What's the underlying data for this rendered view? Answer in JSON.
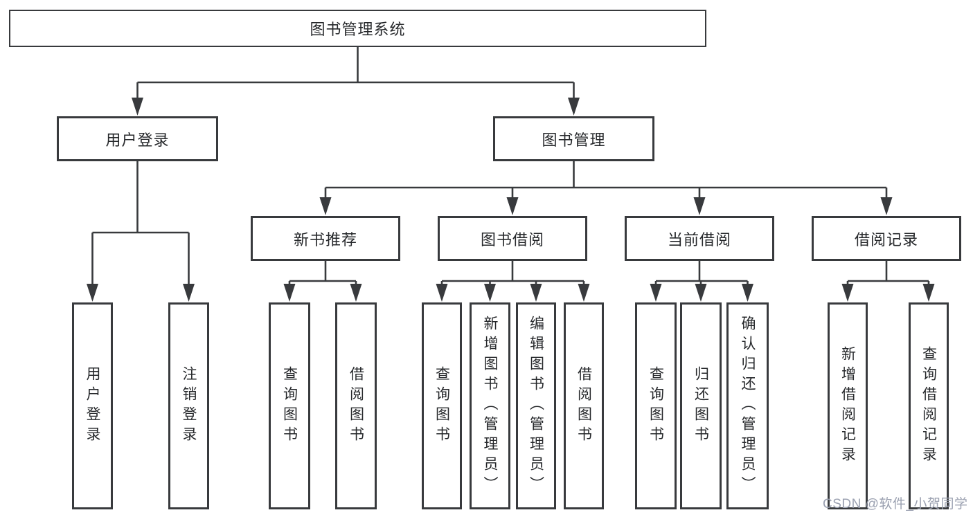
{
  "diagram": {
    "root_label": "图书管理系统",
    "level2": [
      "用户登录",
      "图书管理"
    ],
    "level3": [
      "新书推荐",
      "图书借阅",
      "当前借阅",
      "借阅记录"
    ],
    "leaves": {
      "user_login": [
        "用户登录",
        "注销登录"
      ],
      "new_book_recommend": [
        "查询图书",
        "借阅图书"
      ],
      "book_borrow": [
        "查询图书",
        "新增图书（管理员）",
        "编辑图书（管理员）",
        "借阅图书"
      ],
      "current_borrow": [
        "查询图书",
        "归还图书",
        "确认归还（管理员）"
      ],
      "borrow_records": [
        "新增借阅记录",
        "查询借阅记录"
      ]
    }
  },
  "watermark": {
    "text": "CSDN @软件_小贺同学"
  },
  "colors": {
    "line": "#383a3d",
    "node_border": "#383a3d",
    "node_background": "#ffffff",
    "text": "#26282b",
    "watermark_text": "#9aa0b0",
    "background": "#ffffff"
  }
}
